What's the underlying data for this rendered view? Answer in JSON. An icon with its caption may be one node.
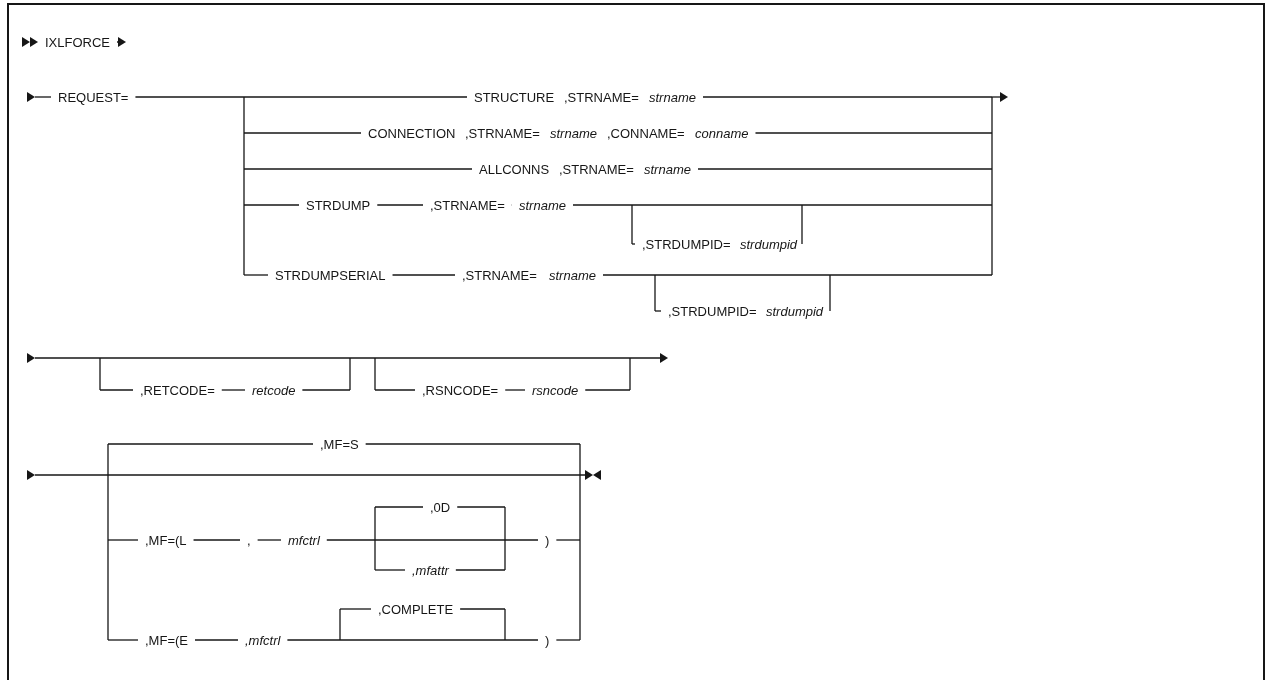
{
  "diagram": {
    "labels": [
      "IXLFORCE",
      "REQUEST=",
      "STRUCTURE",
      ",STRNAME=",
      "strname",
      "CONNECTION",
      ",STRNAME=",
      "strname",
      ",CONNAME=",
      "conname",
      "ALLCONNS",
      ",STRNAME=",
      "strname",
      "STRDUMP",
      ",STRNAME=",
      "strname",
      ",STRDUMPID=",
      "strdumpid",
      "STRDUMPSERIAL",
      ",STRNAME=",
      "strname",
      ",STRDUMPID=",
      "strdumpid",
      ",RETCODE=",
      "retcode",
      ",RSNCODE=",
      "rsncode",
      ",MF=S",
      ",MF=(L",
      ",",
      "mfctrl",
      ",0D",
      ")",
      ",mfattr",
      ",MF=(E",
      ",mfctrl",
      ",COMPLETE",
      ")"
    ]
  }
}
